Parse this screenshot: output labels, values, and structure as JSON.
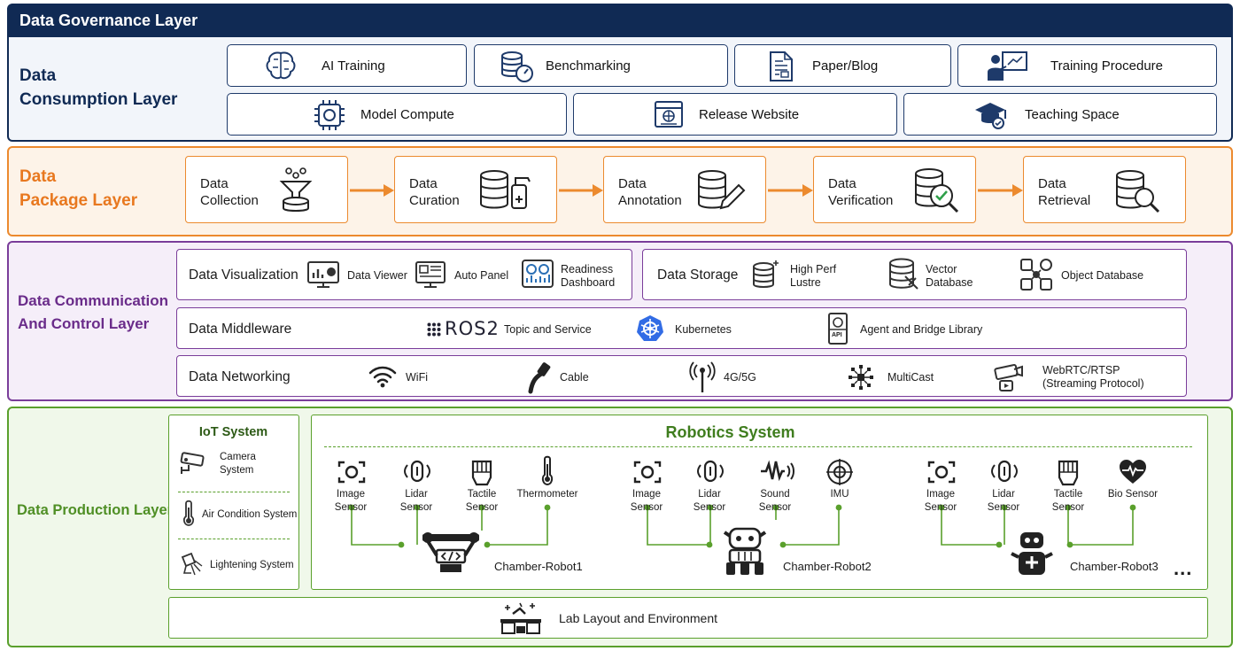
{
  "governance": {
    "title": "Data Governance Layer"
  },
  "consumption": {
    "title_line1": "Data",
    "title_line2": "Consumption Layer",
    "items": [
      "AI Training",
      "Benchmarking",
      "Paper/Blog",
      "Training Procedure",
      "Model Compute",
      "Release Website",
      "Teaching Space"
    ]
  },
  "package": {
    "title_line1": "Data",
    "title_line2": "Package Layer",
    "steps": [
      {
        "l1": "Data",
        "l2": "Collection"
      },
      {
        "l1": "Data",
        "l2": "Curation"
      },
      {
        "l1": "Data",
        "l2": "Annotation"
      },
      {
        "l1": "Data",
        "l2": "Verification"
      },
      {
        "l1": "Data",
        "l2": "Retrieval"
      }
    ]
  },
  "communication": {
    "title_line1": "Data Communication",
    "title_line2": "And Control Layer",
    "visualization": {
      "title": "Data Visualization",
      "viewer": "Data Viewer",
      "auto_panel": "Auto Panel",
      "readiness_l1": "Readiness",
      "readiness_l2": "Dashboard"
    },
    "storage": {
      "title": "Data Storage",
      "hp_l1": "High Perf",
      "hp_l2": "Lustre",
      "vec_l1": "Vector",
      "vec_l2": "Database",
      "object": "Object Database"
    },
    "middleware": {
      "title": "Data Middleware",
      "ros_logo": "ROS2",
      "ros": "Topic and Service",
      "kubernetes": "Kubernetes",
      "agent": "Agent and Bridge Library",
      "api_tag": "API"
    },
    "networking": {
      "title": "Data Networking",
      "wifi": "WiFi",
      "cable": "Cable",
      "cellular": "4G/5G",
      "multicast": "MultiCast",
      "webrtc_l1": "WebRTC/RTSP",
      "webrtc_l2": "(Streaming Protocol)"
    }
  },
  "production": {
    "title": "Data Production Layer",
    "iot": {
      "title": "IoT System",
      "camera_l1": "Camera",
      "camera_l2": "System",
      "air": "Air Condition System",
      "light": "Lightening System"
    },
    "robotics": {
      "title": "Robotics System",
      "robot1": {
        "name": "Chamber-Robot1",
        "sensors": [
          [
            "Image",
            "Sensor"
          ],
          [
            "Lidar",
            "Sensor"
          ],
          [
            "Tactile",
            "Sensor"
          ],
          [
            "Thermometer",
            ""
          ]
        ]
      },
      "robot2": {
        "name": "Chamber-Robot2",
        "sensors": [
          [
            "Image",
            "Sensor"
          ],
          [
            "Lidar",
            "Sensor"
          ],
          [
            "Sound",
            "Sensor"
          ],
          [
            "IMU",
            ""
          ]
        ]
      },
      "robot3": {
        "name": "Chamber-Robot3",
        "sensors": [
          [
            "Image",
            "Sensor"
          ],
          [
            "Lidar",
            "Sensor"
          ],
          [
            "Tactile",
            "Sensor"
          ],
          [
            "Bio Sensor",
            ""
          ]
        ]
      },
      "more": "..."
    },
    "lab": "Lab Layout and Environment"
  },
  "colors": {
    "governance": "#102a54",
    "package": "#ec8a2e",
    "communication": "#7a3d9a",
    "production": "#5aa02c"
  }
}
